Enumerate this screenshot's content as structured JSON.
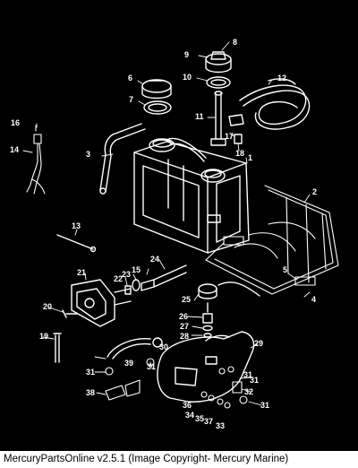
{
  "diagram": {
    "callouts": [
      {
        "id": "1",
        "label": "1"
      },
      {
        "id": "2",
        "label": "2"
      },
      {
        "id": "3",
        "label": "3"
      },
      {
        "id": "4",
        "label": "4"
      },
      {
        "id": "5",
        "label": "5"
      },
      {
        "id": "6",
        "label": "6"
      },
      {
        "id": "7",
        "label": "7"
      },
      {
        "id": "8",
        "label": "8"
      },
      {
        "id": "9",
        "label": "9"
      },
      {
        "id": "10",
        "label": "10"
      },
      {
        "id": "11",
        "label": "11"
      },
      {
        "id": "12",
        "label": "12"
      },
      {
        "id": "13",
        "label": "13"
      },
      {
        "id": "14",
        "label": "14"
      },
      {
        "id": "15",
        "label": "15"
      },
      {
        "id": "16",
        "label": "16"
      },
      {
        "id": "17",
        "label": "17"
      },
      {
        "id": "18",
        "label": "18"
      },
      {
        "id": "19",
        "label": "19"
      },
      {
        "id": "20",
        "label": "20"
      },
      {
        "id": "21",
        "label": "21"
      },
      {
        "id": "22",
        "label": "22"
      },
      {
        "id": "23",
        "label": "23"
      },
      {
        "id": "24",
        "label": "24"
      },
      {
        "id": "25",
        "label": "25"
      },
      {
        "id": "26",
        "label": "26"
      },
      {
        "id": "27",
        "label": "27"
      },
      {
        "id": "28",
        "label": "28"
      },
      {
        "id": "29",
        "label": "29"
      },
      {
        "id": "30",
        "label": "30"
      },
      {
        "id": "31a",
        "label": "31"
      },
      {
        "id": "31b",
        "label": "31"
      },
      {
        "id": "31c",
        "label": "31"
      },
      {
        "id": "31d",
        "label": "31"
      },
      {
        "id": "31e",
        "label": "31"
      },
      {
        "id": "32",
        "label": "32"
      },
      {
        "id": "33",
        "label": "33"
      },
      {
        "id": "34",
        "label": "34"
      },
      {
        "id": "35",
        "label": "35"
      },
      {
        "id": "36",
        "label": "36"
      },
      {
        "id": "37",
        "label": "37"
      },
      {
        "id": "38",
        "label": "38"
      },
      {
        "id": "39",
        "label": "39"
      }
    ]
  },
  "footer": {
    "text": "MercuryPartsOnline v2.5.1 (Image Copyright- Mercury Marine)"
  },
  "colors": {
    "background": "#000000",
    "lines": "#ffffff",
    "footer_bg": "#ffffff",
    "footer_text": "#000000"
  }
}
